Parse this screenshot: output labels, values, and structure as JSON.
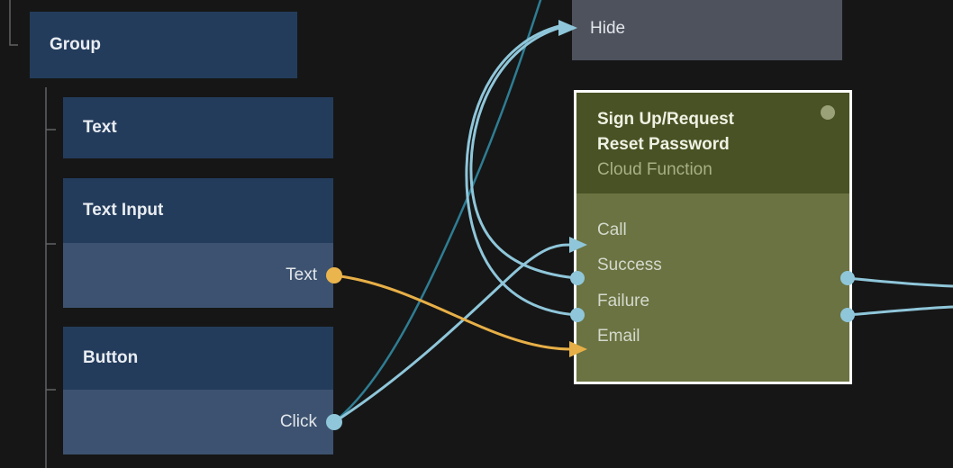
{
  "editor": {
    "kind": "node-graph-canvas",
    "background": "#161616"
  },
  "nodes": {
    "group": {
      "title": "Group"
    },
    "text": {
      "title": "Text"
    },
    "text_input": {
      "title": "Text Input",
      "output_port": {
        "label": "Text",
        "connector_color": "#EBB54D"
      }
    },
    "button": {
      "title": "Button",
      "output_port": {
        "label": "Click",
        "connector_color": "#8FC6DA"
      }
    },
    "hide": {
      "title": "Hide"
    },
    "cloud_function": {
      "title_lines": [
        "Sign Up/Request",
        "Reset Password"
      ],
      "subtitle": "Cloud Function",
      "ports": [
        {
          "label": "Call",
          "left_connector": "arrow"
        },
        {
          "label": "Success",
          "left_connector": "dot",
          "right_connector": "dot"
        },
        {
          "label": "Failure",
          "left_connector": "dot",
          "right_connector": "dot"
        },
        {
          "label": "Email",
          "left_connector": "arrow"
        }
      ]
    }
  },
  "connections": [
    {
      "from": "Text Input.Text",
      "to": "Cloud Function.Email",
      "color": "#E7AF47"
    },
    {
      "from": "Button.Click",
      "to": "Cloud Function.Call",
      "color": "#8FC6DA"
    },
    {
      "from": "Button.Click",
      "to": "offscreen-top",
      "color": "#2E7D93"
    },
    {
      "from": "Cloud Function.Success",
      "to": "Hide",
      "color": "#8FC6DA"
    },
    {
      "from": "Cloud Function.Failure",
      "to": "Hide",
      "color": "#8FC6DA"
    },
    {
      "from": "Cloud Function.Success",
      "to": "offscreen-right",
      "color": "#8FC6DA"
    },
    {
      "from": "Cloud Function.Failure",
      "to": "offscreen-right",
      "color": "#8FC6DA"
    }
  ],
  "colors": {
    "node_header_blue": "#243C5C",
    "node_port_row_blue": "#3C5270",
    "hide_gray": "#4E525D",
    "cloud_header_green": "#495224",
    "cloud_body_olive": "#6B7342",
    "cloud_border": "#FCFCFA",
    "signal_light_teal": "#8FC6DA",
    "signal_dark_teal": "#2E7D93",
    "value_orange": "#E7AF47",
    "tree_line_gray": "#606264"
  }
}
